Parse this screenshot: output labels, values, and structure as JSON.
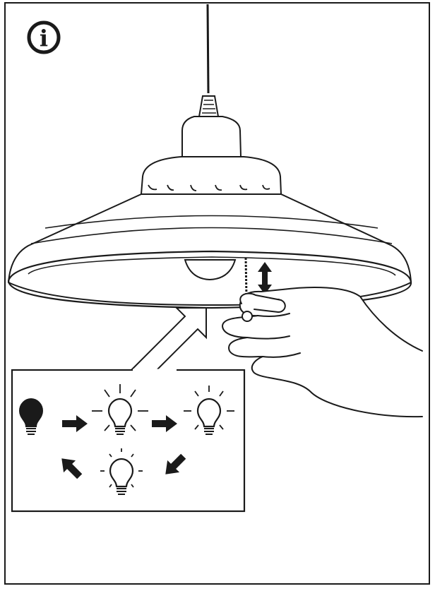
{
  "info_icon": {
    "glyph": "i",
    "icon": "info-icon"
  },
  "colors": {
    "ink": "#1a1a1a",
    "paper": "#ffffff"
  },
  "states": [
    {
      "name": "off",
      "icon": "bulb-off-icon"
    },
    {
      "name": "full-brightness",
      "icon": "bulb-bright-icon"
    },
    {
      "name": "medium-brightness",
      "icon": "bulb-medium-icon"
    },
    {
      "name": "low-brightness",
      "icon": "bulb-dim-icon"
    }
  ]
}
